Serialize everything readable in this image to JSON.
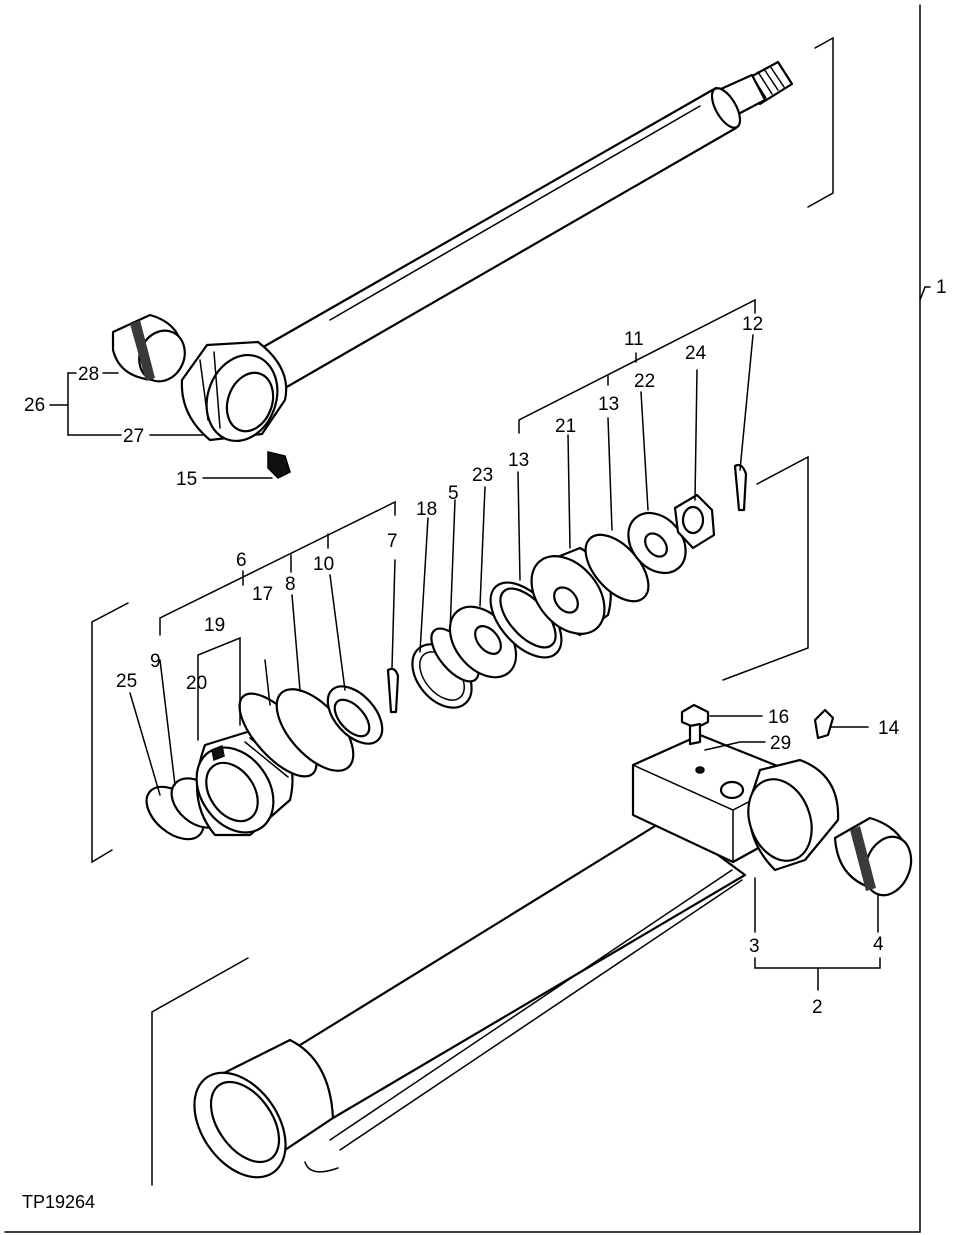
{
  "figure_id": "TP19264",
  "callouts": {
    "c1": "1",
    "c2": "2",
    "c3": "3",
    "c4": "4",
    "c5": "5",
    "c6": "6",
    "c7": "7",
    "c8": "8",
    "c9": "9",
    "c10": "10",
    "c11": "11",
    "c12": "12",
    "c13a": "13",
    "c13b": "13",
    "c14": "14",
    "c15": "15",
    "c16": "16",
    "c17": "17",
    "c18": "18",
    "c19": "19",
    "c20": "20",
    "c21": "21",
    "c22": "22",
    "c23": "23",
    "c24": "24",
    "c25": "25",
    "c26": "26",
    "c27": "27",
    "c28": "28",
    "c29": "29"
  }
}
